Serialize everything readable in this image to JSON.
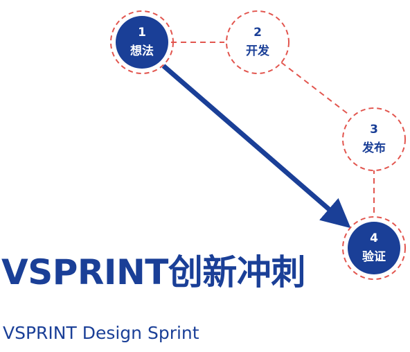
{
  "diagram": {
    "nodes": [
      {
        "id": "node-1",
        "number": "1",
        "label": "想法",
        "style": "filled"
      },
      {
        "id": "node-2",
        "number": "2",
        "label": "开发",
        "style": "dashed"
      },
      {
        "id": "node-3",
        "number": "3",
        "label": "发布",
        "style": "dashed"
      },
      {
        "id": "node-4",
        "number": "4",
        "label": "验证",
        "style": "filled"
      }
    ],
    "connections": [
      {
        "from": "node-1",
        "to": "node-2",
        "style": "dashed"
      },
      {
        "from": "node-2",
        "to": "node-3",
        "style": "dashed"
      },
      {
        "from": "node-3",
        "to": "node-4",
        "style": "dashed"
      },
      {
        "from": "node-1",
        "to": "node-4",
        "style": "arrow"
      }
    ],
    "colors": {
      "primary_blue": "#1a3f97",
      "dashed_red": "#e2554e",
      "text_white": "#ffffff",
      "text_blue": "#1a3f97"
    }
  },
  "heading": {
    "title": "VSPRINT创新冲刺",
    "subtitle": "VSPRINT Design Sprint"
  }
}
